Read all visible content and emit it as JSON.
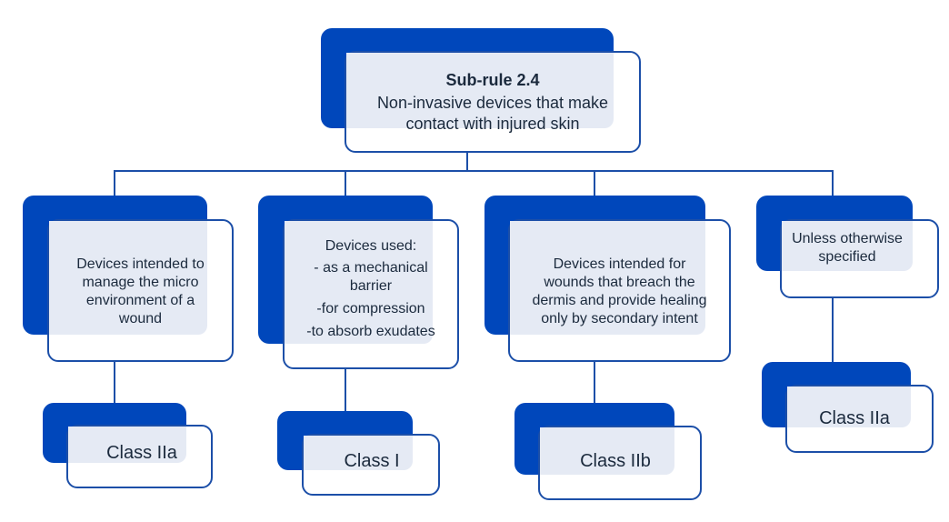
{
  "root": {
    "title": "Sub-rule 2.4",
    "subtitle_lines": [
      "Non-invasive devices that make",
      "contact with injured skin"
    ]
  },
  "branches": [
    {
      "condition_lines": [
        "Devices intended to",
        "manage the micro",
        "environment of a",
        "wound"
      ],
      "result": "Class IIa"
    },
    {
      "condition_lines": [
        "Devices used:",
        "- as a mechanical",
        "barrier",
        "-for compression",
        "-to absorb exudates"
      ],
      "result": "Class I"
    },
    {
      "condition_lines": [
        "Devices intended for",
        "wounds that breach the",
        "dermis and provide healing",
        "only by secondary intent"
      ],
      "result": "Class IIb"
    },
    {
      "condition_lines": [
        "Unless otherwise",
        "specified"
      ],
      "result": "Class IIa"
    }
  ],
  "colors": {
    "box_fill": "#0047bb",
    "outline": "#1c4fa8",
    "overlay_tint": "#e5eaf4",
    "text": "#1b2a3d"
  }
}
